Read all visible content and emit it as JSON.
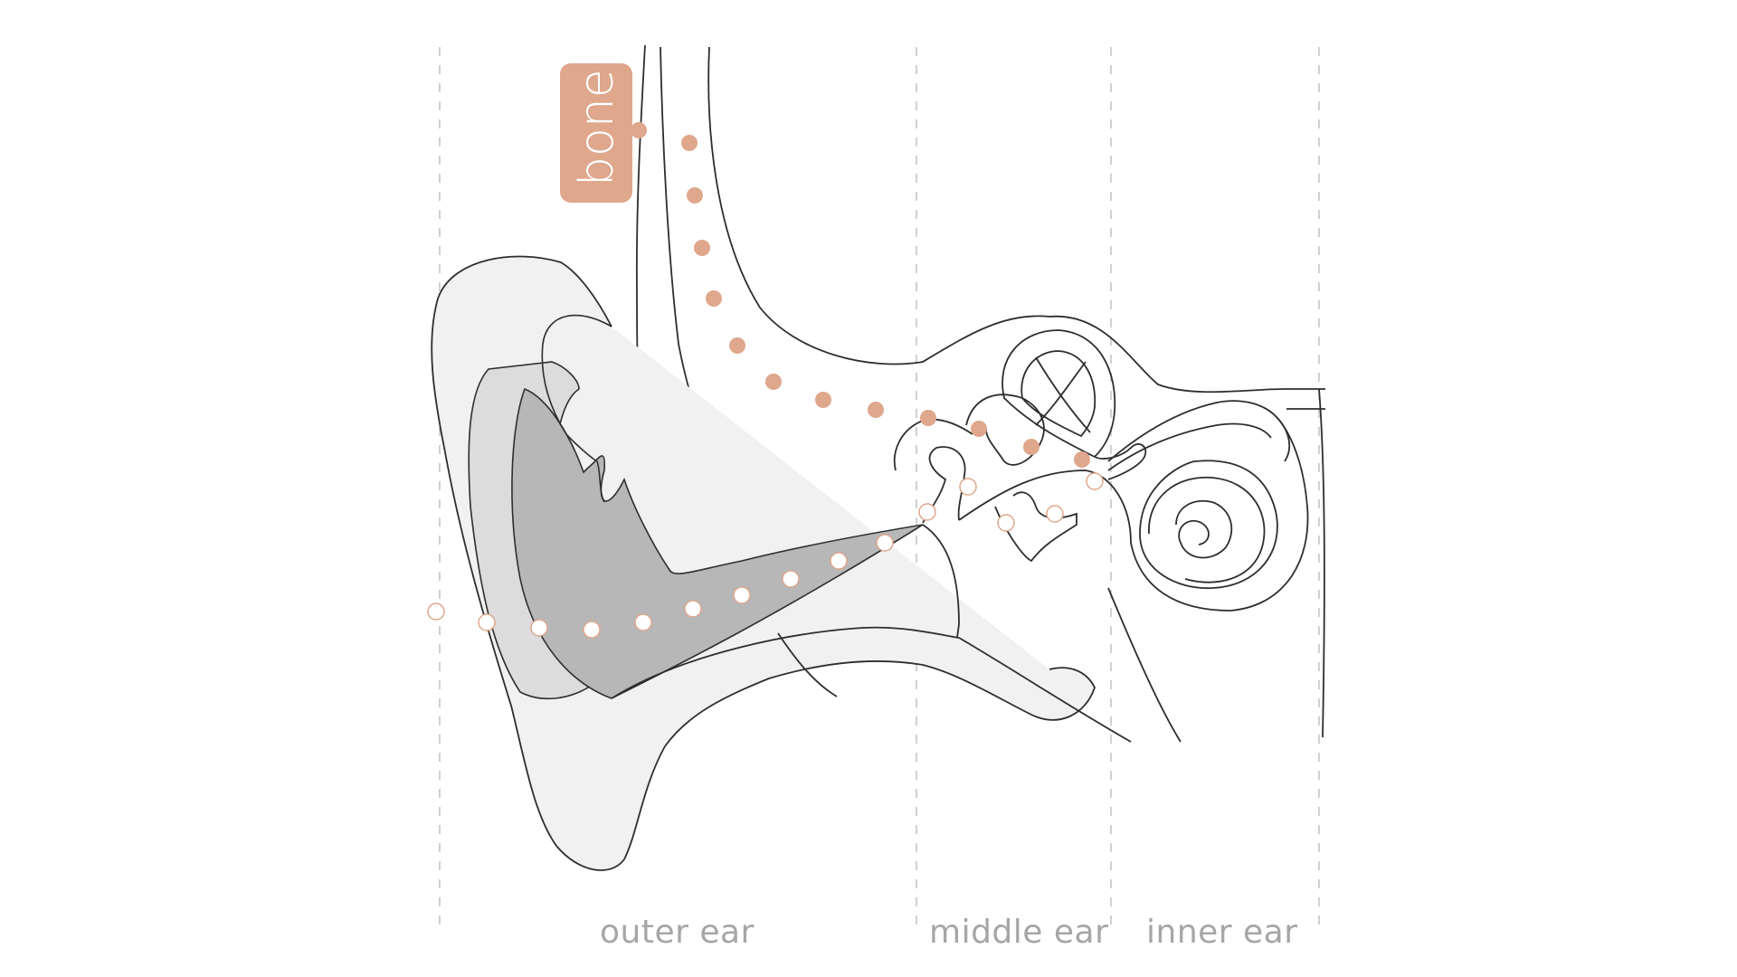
{
  "diagram": {
    "badge": {
      "text": "bone",
      "color": "#dfa78c"
    },
    "regions": [
      {
        "label": "outer ear"
      },
      {
        "label": "middle ear"
      },
      {
        "label": "inner ear"
      }
    ],
    "colors": {
      "outline": "#2e2e2e",
      "divider": "#bdbdbd",
      "label": "#a6a6a6",
      "bone_dot": "#dfa78c",
      "air_dot_fill": "#ffffff",
      "air_dot_stroke": "#dfa78c",
      "pinna_light": "#f1f1f1",
      "pinna_mid": "#dcdcdc",
      "canal_dark": "#b7b7b7"
    }
  }
}
